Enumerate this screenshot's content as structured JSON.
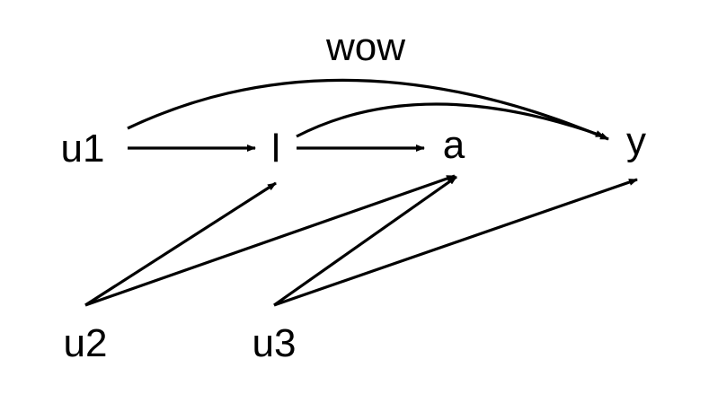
{
  "diagram": {
    "nodes": [
      {
        "id": "u1",
        "label": "u1"
      },
      {
        "id": "l",
        "label": "l"
      },
      {
        "id": "a",
        "label": "a"
      },
      {
        "id": "y",
        "label": "y"
      },
      {
        "id": "u2",
        "label": "u2"
      },
      {
        "id": "u3",
        "label": "u3"
      }
    ],
    "edges": [
      {
        "from": "u1",
        "to": "l",
        "label": ""
      },
      {
        "from": "l",
        "to": "a",
        "label": ""
      },
      {
        "from": "u1",
        "to": "y",
        "label": "wow"
      },
      {
        "from": "l",
        "to": "y",
        "label": ""
      },
      {
        "from": "u2",
        "to": "l",
        "label": ""
      },
      {
        "from": "u2",
        "to": "a",
        "label": ""
      },
      {
        "from": "u3",
        "to": "a",
        "label": ""
      },
      {
        "from": "u3",
        "to": "y",
        "label": ""
      }
    ]
  }
}
